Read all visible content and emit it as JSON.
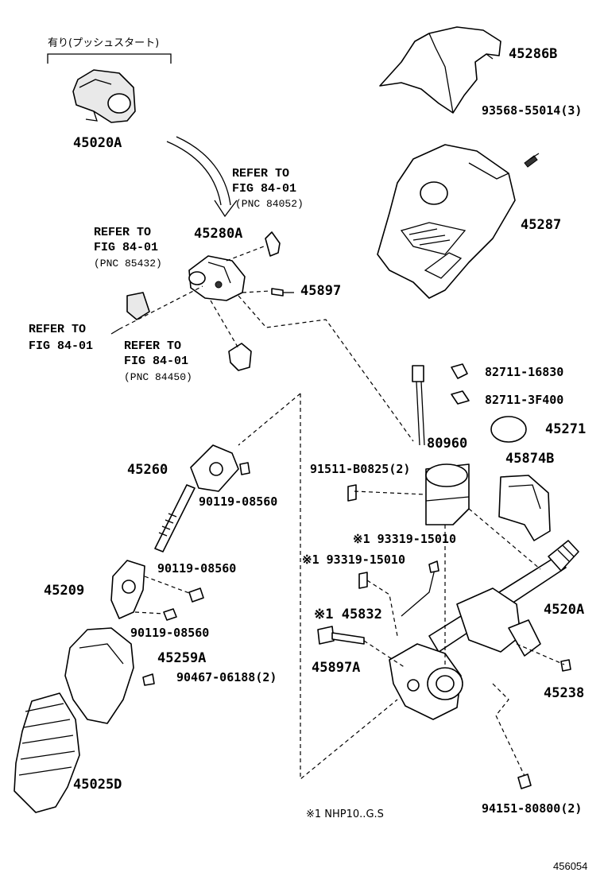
{
  "labels": {
    "p45286B": "45286B",
    "p93568": "93568-55014(3)",
    "p45287": "45287",
    "p45020A": "45020A",
    "jp_note": "有り(プッシュスタート)",
    "ref_top_1": "REFER TO",
    "ref_top_2": "FIG 84-01",
    "ref_top_3": "(PNC 84052)",
    "ref_left_1": "REFER TO",
    "ref_left_2": "FIG 84-01",
    "ref_left_3": "(PNC 85432)",
    "p45280A": "45280A",
    "p45897": "45897",
    "ref_fig_1": "REFER TO",
    "ref_fig_2": "FIG 84-01",
    "ref_mid_1": "REFER TO",
    "ref_mid_2": "FIG 84-01",
    "ref_mid_3": "(PNC 84450)",
    "p82711_16830": "82711-16830",
    "p82711_3F400": "82711-3F400",
    "p45271": "45271",
    "p80960": "80960",
    "p45874B": "45874B",
    "p45260": "45260",
    "p91511": "91511-B0825(2)",
    "p90119_a": "90119-08560",
    "p93319_a": "※1 93319-15010",
    "p93319_b": "※1 93319-15010",
    "p90119_b": "90119-08560",
    "p45209": "45209",
    "p45832": "※1 45832",
    "p4520A": "4520A",
    "p90119_c": "90119-08560",
    "p45259A": "45259A",
    "p45897A": "45897A",
    "p90467": "90467-06188(2)",
    "p45238": "45238",
    "p45025D": "45025D",
    "note": "※1 NHP10..G.S",
    "p94151": "94151-80800(2)",
    "figure_id": "456054"
  }
}
